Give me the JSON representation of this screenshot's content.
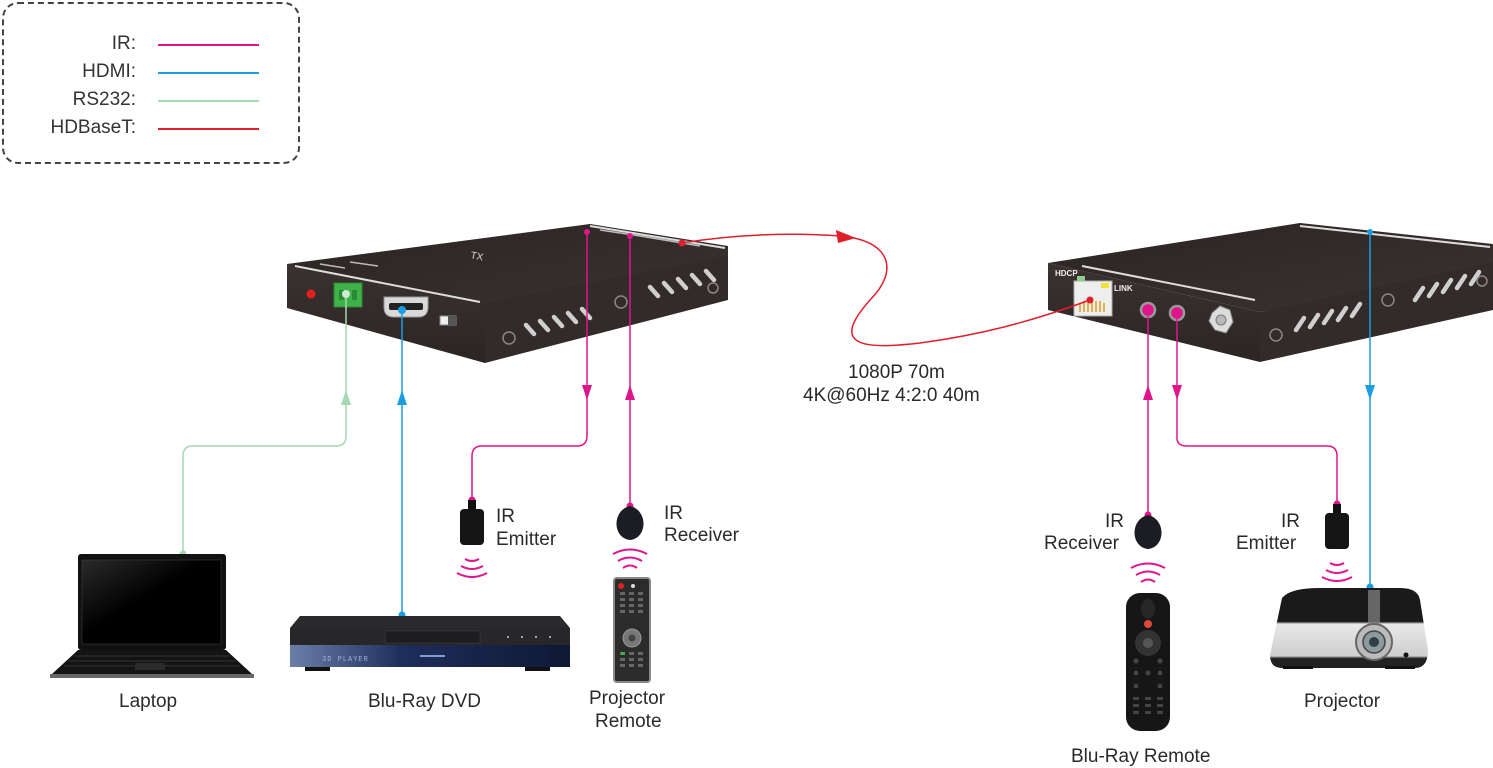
{
  "legend": {
    "items": [
      {
        "label": "IR:",
        "color": "#e0158c"
      },
      {
        "label": "HDMI:",
        "color": "#1a9ee0"
      },
      {
        "label": "RS232:",
        "color": "#a6d8b4"
      },
      {
        "label": "HDBaseT:",
        "color": "#e01f2d"
      }
    ]
  },
  "colors": {
    "ir": "#e0158c",
    "hdmi": "#1a9ee0",
    "rs232": "#a6d8b4",
    "hdbaset": "#e01f2d",
    "device_body": "#3a3230"
  },
  "transmitter": {
    "badge": "TX",
    "ports": [
      "power-led",
      "rs232-terminal",
      "hdmi-in",
      "switch"
    ]
  },
  "receiver": {
    "hdcp_label": "HDCP",
    "link_label": "LINK",
    "ports": [
      "rj45",
      "ir-in",
      "ir-out",
      "power"
    ]
  },
  "cable": {
    "spec_line1": "1080P 70m",
    "spec_line2": "4K@60Hz 4:2:0 40m"
  },
  "devices": {
    "laptop": "Laptop",
    "bluray_dvd": "Blu-Ray DVD",
    "bluray_display_text": "3D PLAYER",
    "tx_ir_emitter": {
      "line1": "IR",
      "line2": "Emitter"
    },
    "tx_ir_receiver": {
      "line1": "IR",
      "line2": "Receiver"
    },
    "projector_remote": {
      "line1": "Projector",
      "line2": "Remote"
    },
    "rx_ir_receiver": {
      "line1": "IR",
      "line2": "Receiver"
    },
    "rx_ir_emitter": {
      "line1": "IR",
      "line2": "Emitter"
    },
    "bluray_remote": "Blu-Ray Remote",
    "projector": "Projector"
  }
}
